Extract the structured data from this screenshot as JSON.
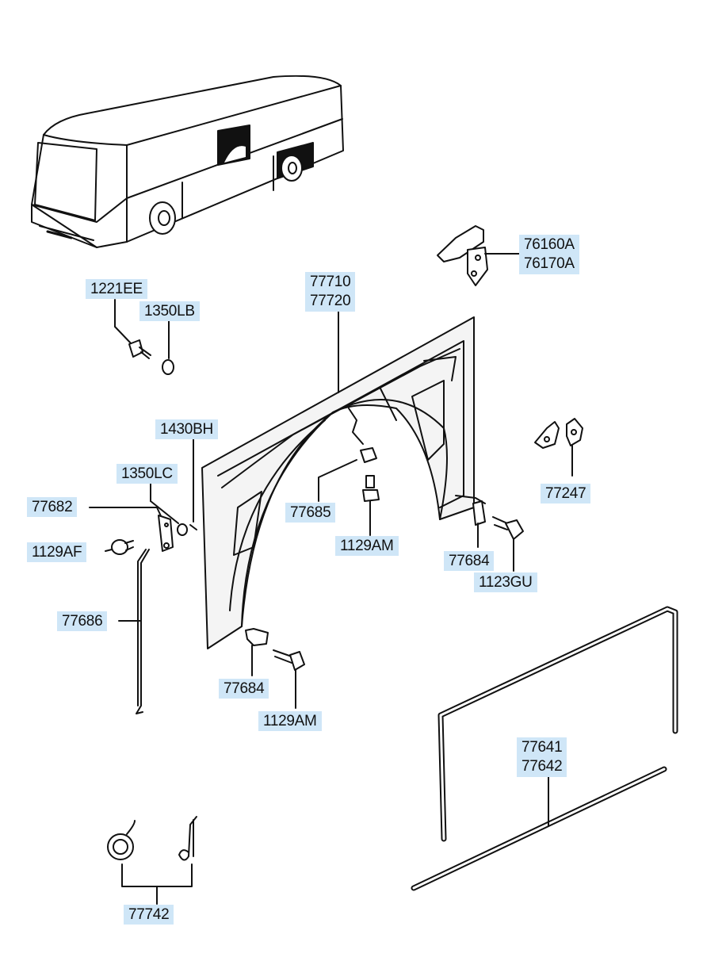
{
  "labels": {
    "p1221EE": "1221EE",
    "p1350LB": "1350LB",
    "p77710": "77710",
    "p77720": "77720",
    "p76160A": "76160A",
    "p76170A": "76170A",
    "p1430BH": "1430BH",
    "p1350LC": "1350LC",
    "p77682": "77682",
    "p1129AF": "1129AF",
    "p77685": "77685",
    "p1129AM_a": "1129AM",
    "p77247": "77247",
    "p77684_a": "77684",
    "p1123GU": "1123GU",
    "p77686": "77686",
    "p77684_b": "77684",
    "p1129AM_b": "1129AM",
    "p77641": "77641",
    "p77642": "77642",
    "p77742": "77742"
  },
  "colors": {
    "label_background": "#cfe6f7",
    "line": "#111111",
    "panel_fill": "#f4f4f4"
  }
}
